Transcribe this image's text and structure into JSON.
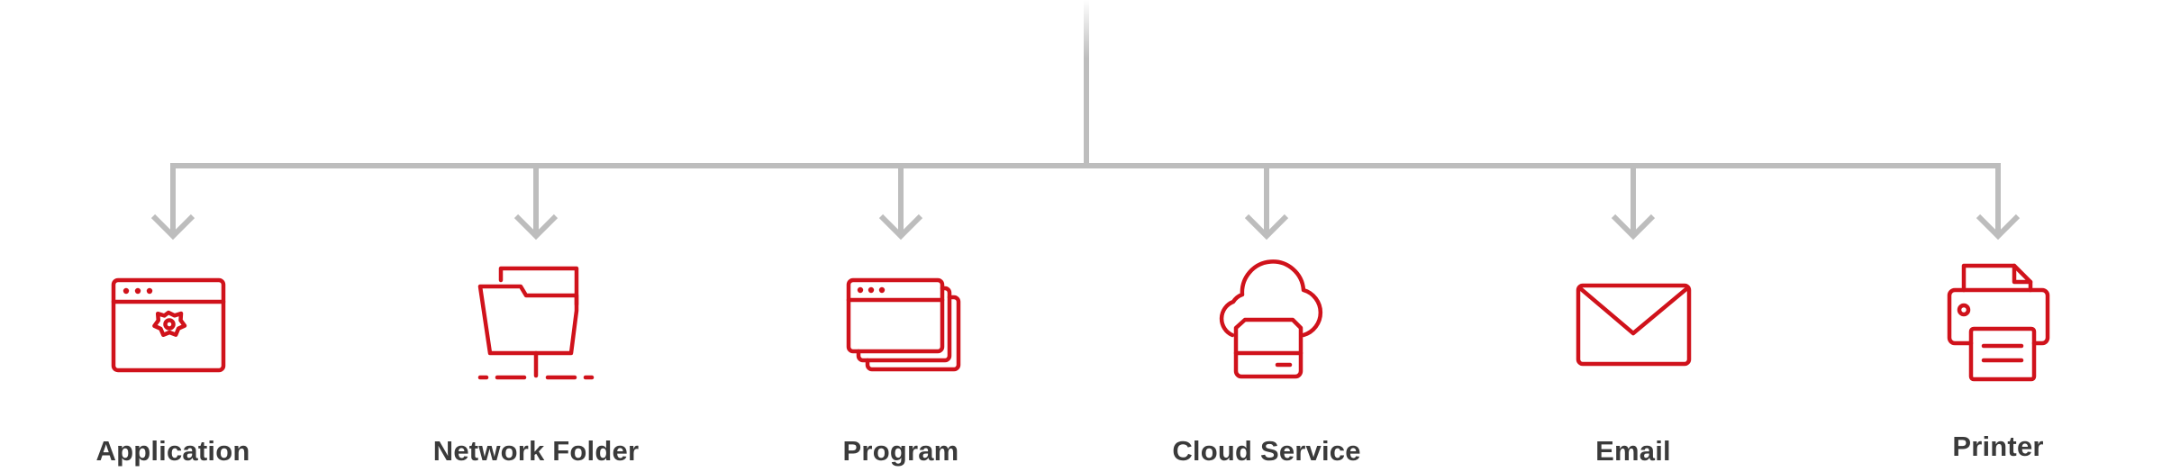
{
  "nodes": [
    {
      "id": "application",
      "label": "Application",
      "icon": "application-window-gear-icon"
    },
    {
      "id": "network-folder",
      "label": "Network Folder",
      "icon": "network-folder-icon"
    },
    {
      "id": "program",
      "label": "Program",
      "icon": "stacked-windows-icon"
    },
    {
      "id": "cloud-service",
      "label": "Cloud Service",
      "icon": "cloud-storage-icon"
    },
    {
      "id": "email",
      "label": "Email",
      "icon": "envelope-icon"
    },
    {
      "id": "printer",
      "label": "Printer",
      "icon": "printer-icon"
    }
  ],
  "colors": {
    "connector": "#bdbdbd",
    "icon": "#d0121b",
    "label": "#3a3a3a"
  }
}
